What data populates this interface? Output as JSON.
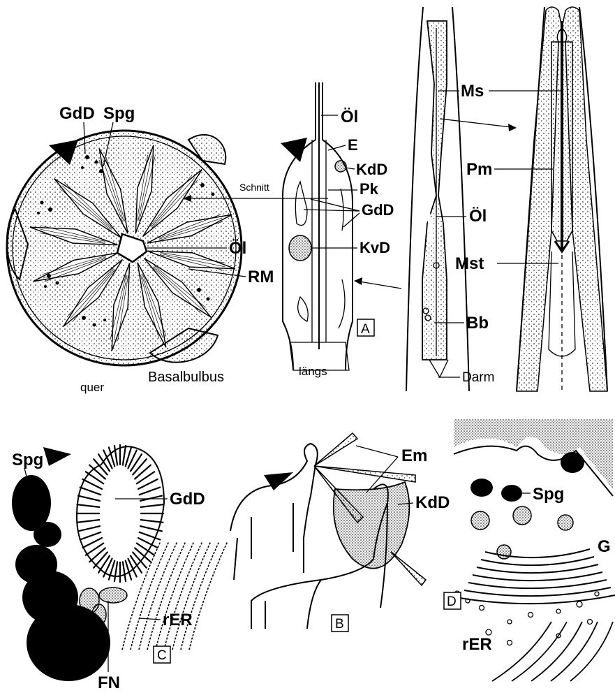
{
  "panelA": {
    "cross_section": {
      "labels": {
        "gdd": "GdD",
        "spg": "Spg",
        "oel": "Öl",
        "rm": "RM"
      },
      "caption_quer": "quer",
      "caption_basalbulbus": "Basalbulbus"
    },
    "longitudinal": {
      "labels": {
        "oel": "Öl",
        "e": "E",
        "kdd": "KdD",
        "pk": "Pk",
        "gdd": "GdD",
        "kvd": "KvD"
      },
      "schnitt": "Schnitt",
      "caption_laengs": "längs"
    },
    "pharynx": {
      "labels": {
        "ms": "Ms",
        "pm": "Pm",
        "oel": "Öl",
        "mst": "Mst",
        "bb": "Bb",
        "darm": "Darm"
      }
    },
    "panel_letter": "A"
  },
  "panelB": {
    "labels": {
      "em": "Em",
      "kdd": "KdD"
    },
    "panel_letter": "B"
  },
  "panelC": {
    "labels": {
      "spg": "Spg",
      "gdd": "GdD",
      "rer": "rER",
      "fn": "FN"
    },
    "panel_letter": "C"
  },
  "panelD": {
    "labels": {
      "spg": "Spg",
      "g": "G",
      "rer": "rER"
    },
    "panel_letter": "D"
  }
}
